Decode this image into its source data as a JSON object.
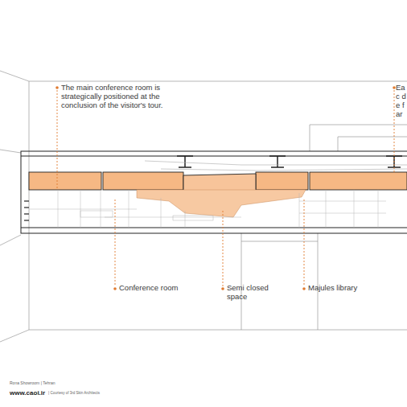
{
  "diagram": {
    "labels": [
      "The main conference room is strategically positioned at the conclusion of the visitor's tour.",
      "Eac de far",
      "Conference room",
      "Semi closed space",
      "Majules library",
      "Rona Showroom | Tehran",
      "www.caoi.ir",
      "| Courtesy of 3rd Skin Architects"
    ]
  }
}
